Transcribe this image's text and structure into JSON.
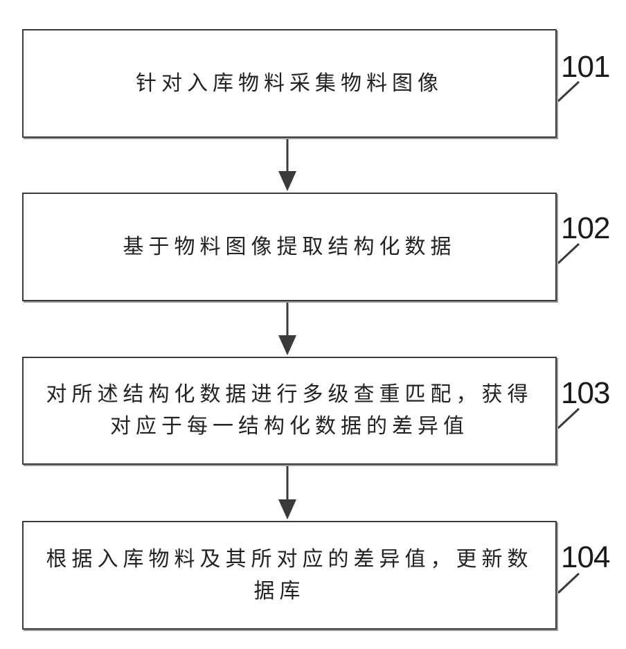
{
  "steps": [
    {
      "number": "101",
      "lines": [
        "针对入库物料采集物料图像"
      ]
    },
    {
      "number": "102",
      "lines": [
        "基于物料图像提取结构化数据"
      ]
    },
    {
      "number": "103",
      "lines": [
        "对所述结构化数据进行多级查重匹配，获得",
        "对应于每一结构化数据的差异值"
      ]
    },
    {
      "number": "104",
      "lines": [
        "根据入库物料及其所对应的差异值，更新数",
        "据库"
      ]
    }
  ],
  "colors": {
    "stroke": "#3a3a3a",
    "arrow": "#3a3a3a",
    "text": "#222222"
  }
}
